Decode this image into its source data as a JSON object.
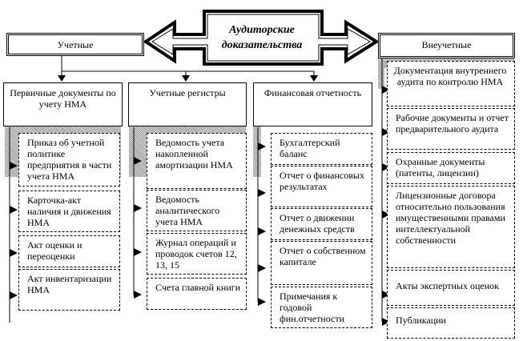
{
  "title": "Аудиторские доказательства",
  "title_lines": [
    "Аудиторские",
    "доказательства"
  ],
  "left_group": {
    "label": "Учетные",
    "columns": [
      {
        "header": "Первичные документы по учету НМА",
        "items": [
          "Приказ об учетной политике предприятия в части учета НМА",
          "Карточка-акт наличия и движения НМА",
          "Акт оценки и переоценки",
          "Акт инвентаризации НМА"
        ]
      },
      {
        "header": "Учетные регистры",
        "items": [
          "Ведомость учета накопленной амортизации НМА",
          "Ведомость аналитического учета НМА",
          "Журнал операций и проводок счетов 12, 13, 15",
          "Счета главной книги"
        ]
      },
      {
        "header": "Финансовая отчетность",
        "items": [
          "Бухгалтерский баланс",
          "Отчет о финансовых результатах",
          "Отчет о движении денежных средств",
          "Отчет о собственном капитале",
          "Примечания к годовой фин.отчетности"
        ]
      }
    ]
  },
  "right_group": {
    "label": "Внеучетные",
    "items": [
      "Документация внутреннего аудита по контролю НМА",
      "Рабочие документы и отчет предварительного аудита",
      "Охранные документы (патенты, лицензии)",
      "Лицензионные договора относительно пользования имущественными правами интеллектуальной собственности",
      "Акты экспертных оценок",
      "Публикации"
    ]
  }
}
